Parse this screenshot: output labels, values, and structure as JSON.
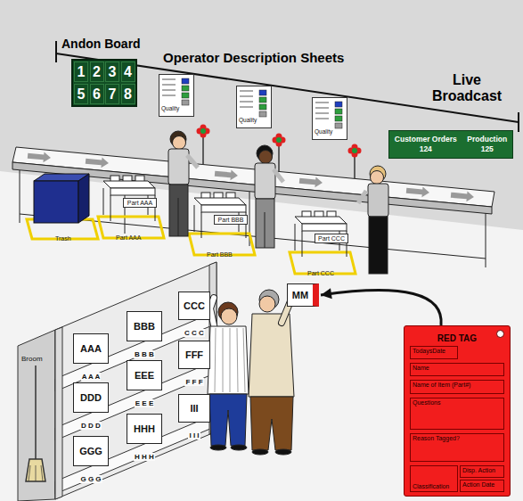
{
  "diagram": {
    "nodes": [
      {
        "text": [
          "Andon Board"
        ]
      },
      {
        "text": [
          "Quality"
        ]
      },
      {
        "text": [
          "Quality"
        ]
      },
      {
        "text": [
          "Quality"
        ]
      },
      {
        "text": [
          "Customer Orders",
          "124",
          "Production",
          "125"
        ]
      },
      {
        "text": [
          "Part AAA"
        ]
      },
      {
        "text": [
          "Part BBB"
        ]
      },
      {
        "text": [
          "Part CCC"
        ]
      },
      {
        "text": [
          "AAA"
        ]
      },
      {
        "text": [
          "BBB"
        ]
      },
      {
        "text": [
          "CCC"
        ]
      },
      {
        "text": [
          "DDD"
        ]
      },
      {
        "text": [
          "EEE"
        ]
      },
      {
        "text": [
          "FFF"
        ]
      },
      {
        "text": [
          "GGG"
        ]
      },
      {
        "text": [
          "HHH"
        ]
      },
      {
        "text": [
          "III"
        ]
      },
      {
        "text": [
          "MM"
        ]
      },
      {
        "text": [
          "RED TAG"
        ]
      },
      {
        "text": [
          "TodaysDate"
        ],
        "in": 18
      },
      {
        "text": [
          "Name"
        ],
        "in": 18
      },
      {
        "text": [
          "Name of Item (Part#)"
        ],
        "in": 18
      },
      {
        "text": [
          "Questions"
        ],
        "in": 18
      },
      {
        "text": [
          "Reason Tagged?"
        ],
        "in": 18
      },
      {
        "text": [
          "Classification"
        ],
        "in": 18
      },
      {
        "text": [
          "Disp. Action"
        ],
        "in": 18
      },
      {
        "text": [
          "Action Date"
        ],
        "in": 18
      }
    ],
    "edges": [
      {
        "from": 18,
        "to": 17,
        "arrow": "to"
      }
    ],
    "labels": [
      "Operator Description Sheets",
      "Live Broadcast",
      "1",
      "2",
      "3",
      "4",
      "5",
      "6",
      "7",
      "8",
      "Trash",
      "Part AAA",
      "Part BBB",
      "Part CCC",
      "A A A",
      "B B B",
      "C C C",
      "D D D",
      "E E E",
      "F F F",
      "G G G",
      "H H H",
      "I I I",
      "Broom"
    ]
  }
}
